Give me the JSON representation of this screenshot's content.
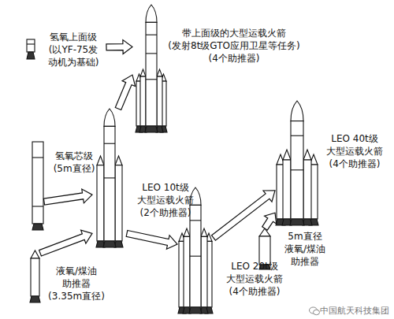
{
  "diagram": {
    "nodes": [
      {
        "text": [
          "氢氧上面级 (以YF-75发 动机为基础)"
        ]
      },
      {
        "text": [
          "带上面级的大型运载火箭 (发射8t级GTO应用卫星等任务) (4个助推器)"
        ]
      },
      {
        "text": [
          "氢氧芯级 (5m直径)"
        ]
      },
      {
        "text": [
          "LEO 10t级 大型运载火箭 (2个助推器)"
        ]
      },
      {
        "text": [
          "LEO 40t级 大型运载火箭 (4个助推器)"
        ]
      },
      {
        "text": [
          "5m直径 液氧/煤油 助推器"
        ]
      },
      {
        "text": [
          "液氧/煤油 助推器 (3.35m直径)"
        ]
      },
      {
        "text": [
          "LEO 20t级 大型运载火箭 (4个助推器)"
        ]
      }
    ],
    "edges": [
      {
        "from": 0,
        "to": 1,
        "arrow": "to"
      },
      {
        "from": 2,
        "to": 3,
        "arrow": "to"
      },
      {
        "from": 6,
        "to": 3,
        "arrow": "to"
      },
      {
        "from": 3,
        "to": 1,
        "arrow": "to"
      },
      {
        "from": 3,
        "to": 7,
        "arrow": "to"
      },
      {
        "from": 7,
        "to": 4,
        "arrow": "to"
      },
      {
        "from": 5,
        "to": 4,
        "arrow": "to"
      }
    ],
    "labels": [
      "中国航天科技集团"
    ]
  }
}
